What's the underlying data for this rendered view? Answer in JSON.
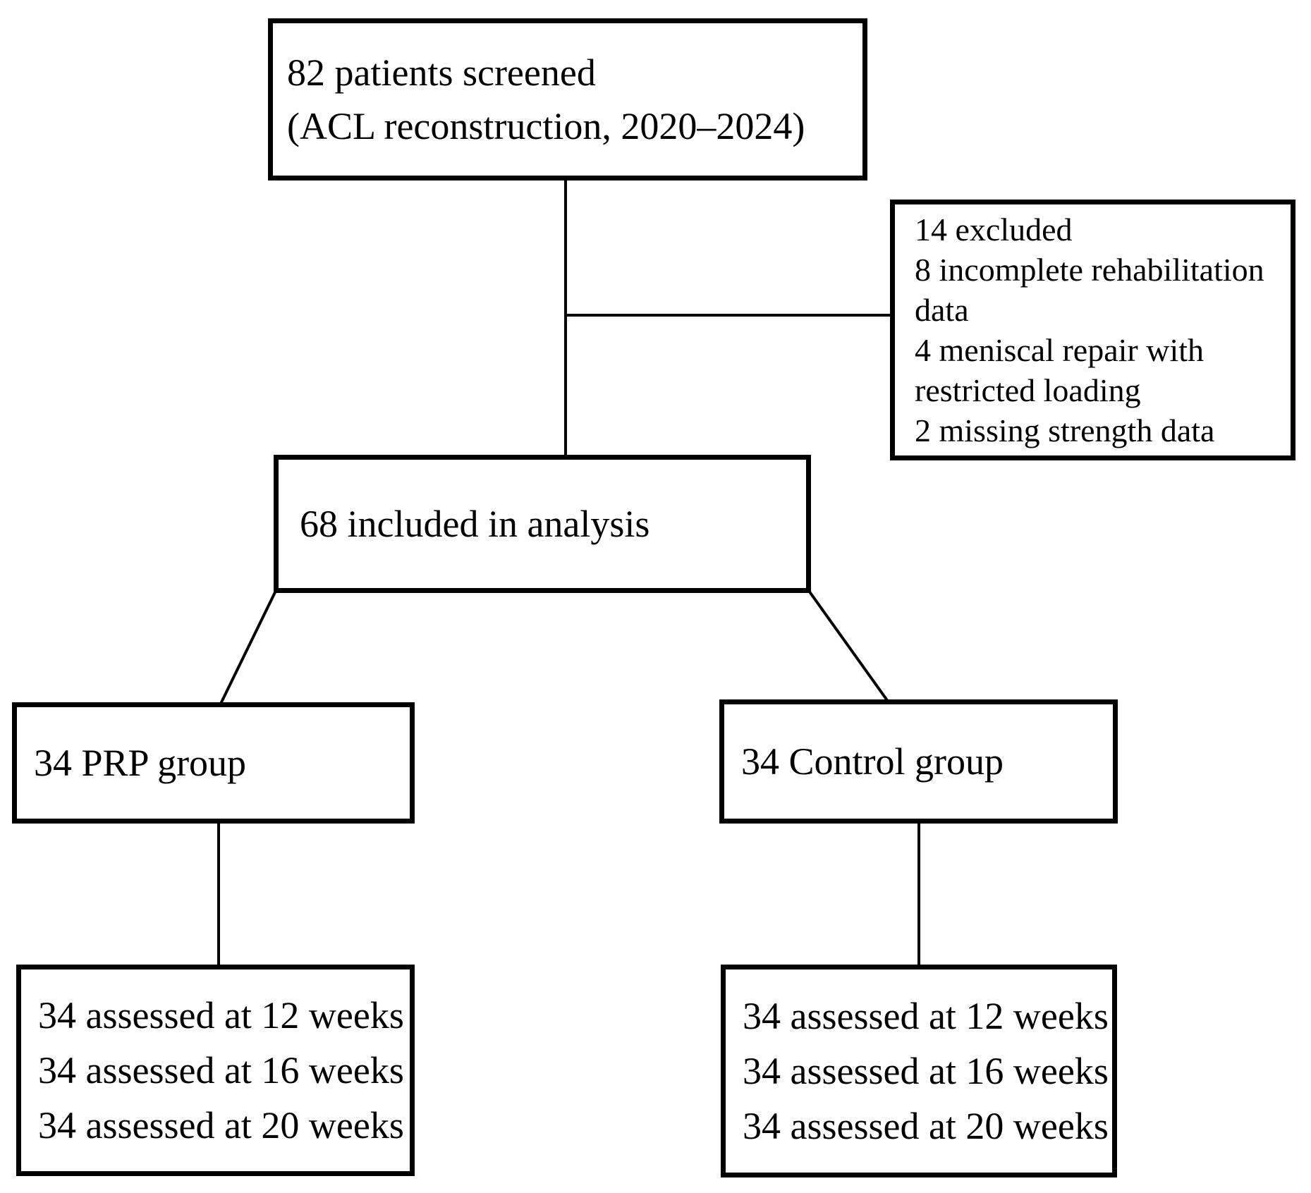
{
  "figure": {
    "type": "patient-flow-diagram",
    "background_color": "#ffffff",
    "line_color": "#000000"
  },
  "boxes": {
    "screened": {
      "lines": [
        "82 patients screened",
        "(ACL reconstruction, 2020–2024)"
      ]
    },
    "excluded": {
      "lines": [
        "14 excluded",
        "8 incomplete rehabilitation",
        "data",
        "4 meniscal repair with",
        "restricted loading",
        "2 missing strength data"
      ]
    },
    "included": {
      "lines": [
        "68 included in analysis"
      ]
    },
    "prp_group": {
      "lines": [
        "34 PRP group"
      ]
    },
    "control_group": {
      "lines": [
        "34 Control group"
      ]
    },
    "prp_followup": {
      "lines": [
        "34 assessed at 12 weeks",
        "34 assessed at 16 weeks",
        "34 assessed at 20 weeks"
      ]
    },
    "control_followup": {
      "lines": [
        "34 assessed at 12 weeks",
        "34 assessed at 16 weeks",
        "34 assessed at 20 weeks"
      ]
    }
  }
}
